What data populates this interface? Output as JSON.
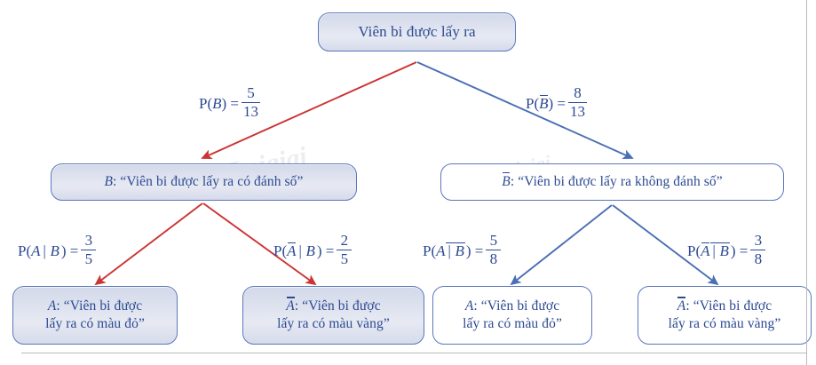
{
  "diagram": {
    "type": "probability-tree",
    "title_node": {
      "id": "root",
      "label": "Viên bi được lấy ra"
    },
    "level2": [
      {
        "id": "B",
        "symbol": "B",
        "overline": false,
        "label": "B: “Viên bi được lấy ra có đánh số”",
        "text": ": “Viên bi được lấy ra có đánh số”",
        "branch_color": "#cc3333"
      },
      {
        "id": "Bbar",
        "symbol": "B",
        "overline": true,
        "label": "B̄: “Viên bi được lấy ra không đánh số”",
        "text": ": “Viên bi được lấy ra không đánh số”",
        "branch_color": "#4a6fb5"
      }
    ],
    "level3": [
      {
        "id": "A-given-B",
        "symbol": "A",
        "overline": false,
        "text": ": “Viên bi được\nlấy ra có màu đỏ”",
        "style": "filled"
      },
      {
        "id": "Abar-given-B",
        "symbol": "A",
        "overline": true,
        "text": ": “Viên bi được\nlấy ra có màu vàng”",
        "style": "filled"
      },
      {
        "id": "A-given-Bbar",
        "symbol": "A",
        "overline": false,
        "text": ": “Viên bi được\nlấy ra có màu đỏ”",
        "style": "plain"
      },
      {
        "id": "Abar-given-Bbar",
        "symbol": "A",
        "overline": true,
        "text": ": “Viên bi được\nlấy ra có màu vàng”",
        "style": "plain"
      }
    ],
    "probabilities": [
      {
        "id": "p-B",
        "lead_prefix": "P(",
        "arg": "B",
        "arg_overline": false,
        "lead_suffix": ") =",
        "numerator": "5",
        "denominator": "13",
        "value": 0.3846,
        "color": "#2c4a92",
        "branch": "root->B"
      },
      {
        "id": "p-Bbar",
        "lead_prefix": "P(",
        "arg": "B",
        "arg_overline": true,
        "lead_suffix": ") =",
        "numerator": "8",
        "denominator": "13",
        "value": 0.6154,
        "color": "#2c4a92",
        "branch": "root->Bbar"
      },
      {
        "id": "p-A-given-B",
        "lead_prefix": "P(",
        "arg": "A",
        "arg_overline": false,
        "cond": "| B",
        "cond_overline": false,
        "lead_suffix": ") =",
        "numerator": "3",
        "denominator": "5",
        "value": 0.6,
        "color": "#2c4a92",
        "branch": "B->A"
      },
      {
        "id": "p-Abar-given-B",
        "lead_prefix": "P(",
        "arg": "A",
        "arg_overline": true,
        "cond": "| B",
        "cond_overline": false,
        "lead_suffix": ") =",
        "numerator": "2",
        "denominator": "5",
        "value": 0.4,
        "color": "#2c4a92",
        "branch": "B->Abar"
      },
      {
        "id": "p-A-given-Bbar",
        "lead_prefix": "P(",
        "arg": "A",
        "arg_overline": false,
        "cond": "| B",
        "cond_overline": true,
        "lead_suffix": ") =",
        "numerator": "5",
        "denominator": "8",
        "value": 0.625,
        "color": "#2c4a92",
        "branch": "Bbar->A"
      },
      {
        "id": "p-Abar-given-Bbar",
        "lead_prefix": "P(",
        "arg": "A",
        "arg_overline": true,
        "cond": "| B",
        "cond_overline": true,
        "lead_suffix": ") =",
        "numerator": "3",
        "denominator": "8",
        "value": 0.375,
        "color": "#2c4a92",
        "branch": "Bbar->Abar"
      }
    ],
    "colors": {
      "node_border": "#5b77bb",
      "node_fill": "#dee2ee",
      "text": "#2c4a92",
      "red_branch": "#cc3333",
      "blue_branch": "#4a6fb5",
      "page_rule": "#b9b9b9"
    },
    "watermark": "Loigiai"
  }
}
